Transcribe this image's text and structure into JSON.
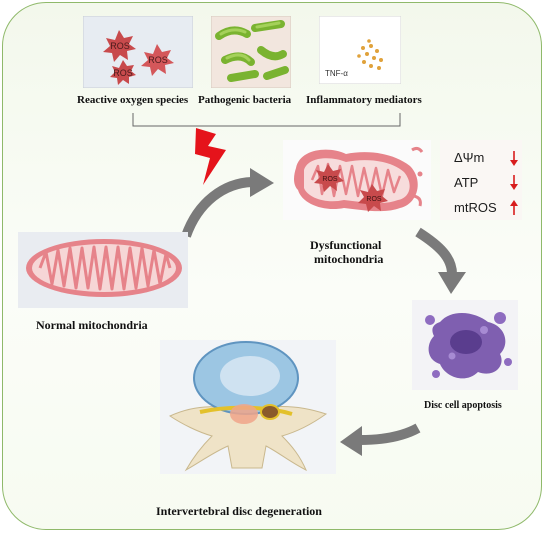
{
  "stressors": [
    {
      "label": "Reactive oxygen species",
      "badges": [
        "ROS",
        "ROS",
        "ROS"
      ],
      "color": "#c94b4b"
    },
    {
      "label": "Pathogenic bacteria",
      "color": "#7fb536"
    },
    {
      "label": "Inflammatory mediators",
      "tag": "TNF-α",
      "color": "#e0a23b"
    }
  ],
  "markers": [
    {
      "label": "ΔΨm",
      "direction": "down"
    },
    {
      "label": "ATP",
      "direction": "down"
    },
    {
      "label": "mtROS",
      "direction": "up"
    }
  ],
  "dysfunctional_badges": [
    "ROS",
    "ROS"
  ],
  "nodes": {
    "normal": "Normal mitochondria",
    "dysfunctional_line1": "Dysfunctional",
    "dysfunctional_line2": "mitochondria",
    "apoptosis": "Disc cell apoptosis",
    "degeneration": "Intervertebral disc degeneration"
  },
  "colors": {
    "border": "#8fb96a",
    "arrow": "#777777",
    "bolt": "#e5131b",
    "marker_arrow": "#d81d1d",
    "mito": "#e6838a"
  }
}
